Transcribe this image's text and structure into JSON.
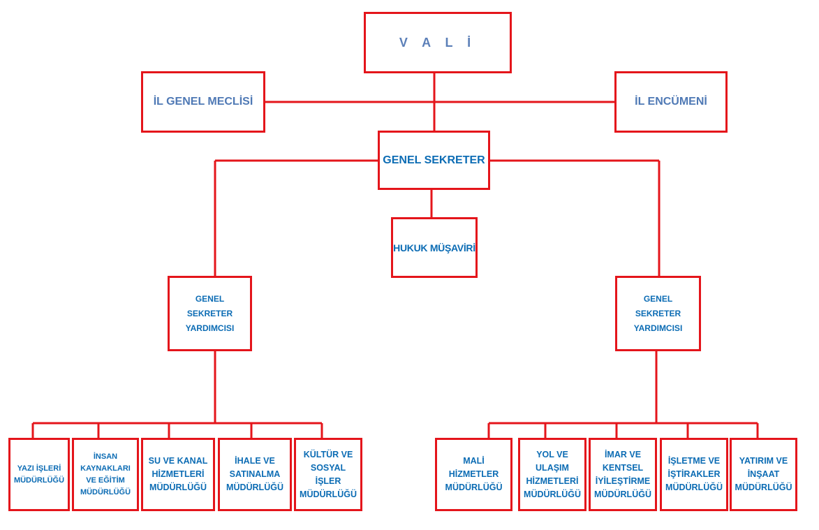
{
  "colors": {
    "border": "#e4151b",
    "text": "#0c6cb4",
    "text_light": "#5b7fb8"
  },
  "chart": {
    "vali": "V A L İ",
    "il_genel_meclisi": "İL GENEL MECLİSİ",
    "il_encumeni": "İL ENCÜMENİ",
    "genel_sekreter": "GENEL SEKRETER",
    "hukuk_musaviri": "HUKUK MÜŞAVİRİ",
    "yardimci_left": "GENEL SEKRETER YARDIMCISI",
    "yardimci_right": "GENEL SEKRETER YARDIMCISI",
    "left_depts": [
      "YAZI İŞLERİ MÜDÜRLÜĞÜ",
      "İNSAN KAYNAKLARI VE EĞİTİM MÜDÜRLÜĞÜ",
      "SU VE KANAL HİZMETLERİ MÜDÜRLÜĞÜ",
      "İHALE VE SATINALMA MÜDÜRLÜĞÜ",
      "KÜLTÜR VE SOSYAL İŞLER MÜDÜRLÜĞÜ"
    ],
    "right_depts": [
      "MALİ HİZMETLER MÜDÜRLÜĞÜ",
      "YOL VE ULAŞIM HİZMETLERİ MÜDÜRLÜĞÜ",
      "İMAR VE KENTSEL İYİLEŞTİRME MÜDÜRLÜĞÜ",
      "İŞLETME VE İŞTİRAKLER MÜDÜRLÜĞÜ",
      "YATIRIM VE İNŞAAT MÜDÜRLÜĞÜ"
    ]
  }
}
